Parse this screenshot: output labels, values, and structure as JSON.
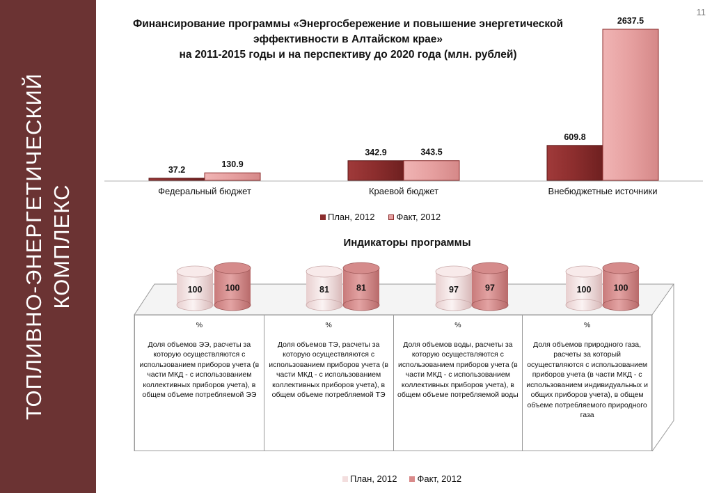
{
  "sidebar": {
    "text": "ТОПЛИВНО-ЭНЕРГЕТИЧЕСКИЙ КОМПЛЕКС"
  },
  "page_number": "11",
  "chart_title_lines": [
    "Финансирование программы «Энергосбережение и повышение энергетической",
    "эффективности в Алтайском крае»",
    "на 2011-2015 годы и на перспективу до 2020 года (млн. рублей)"
  ],
  "legend_bar": [
    {
      "label": "План, 2012",
      "color": "#8b2d2d"
    },
    {
      "label": "Факт, 2012",
      "color": "#e6a0a0"
    }
  ],
  "indicators_title": "Индикаторы программы",
  "legend_cyl": [
    {
      "label": "План, 2012",
      "color": "#f3dede"
    },
    {
      "label": "Факт, 2012",
      "color": "#d98a8a"
    }
  ],
  "chart_data": [
    {
      "type": "bar",
      "categories": [
        "Федеральный бюджет",
        "Краевой бюджет",
        "Внебюджетные источники"
      ],
      "series": [
        {
          "name": "План, 2012",
          "values": [
            37.2,
            342.9,
            609.8
          ],
          "labels": [
            "37.2",
            "342.9",
            "609.8"
          ]
        },
        {
          "name": "Факт, 2012",
          "values": [
            130.9,
            343.5,
            2637.5
          ],
          "labels": [
            "130.9",
            "343.5",
            "2637.5"
          ]
        }
      ],
      "ylim": [
        0,
        2700
      ]
    },
    {
      "type": "bar",
      "categories": [
        "Доля объемов ЭЭ, расчеты за которую осуществляются с использованием приборов учета (в части МКД - с использованием коллективных приборов учета), в общем объеме потребляемой ЭЭ",
        "Доля объемов ТЭ, расчеты за которую осуществляются с использованием приборов учета (в части МКД - с использованием коллективных приборов учета), в общем объеме потребляемой ТЭ",
        "Доля объемов воды, расчеты за которую осуществляются с использованием приборов учета (в части МКД - с использованием коллективных приборов учета), в общем объеме потребляемой воды",
        "Доля объемов природного газа, расчеты за который осуществляются с использованием приборов учета (в части МКД - с использованием индивидуальных и общих приборов учета), в общем объеме потребляемого природного газа"
      ],
      "units": [
        "%",
        "%",
        "%",
        "%"
      ],
      "series": [
        {
          "name": "План, 2012",
          "values": [
            100,
            81,
            97,
            100
          ],
          "labels": [
            "100",
            "81",
            "97",
            "100"
          ]
        },
        {
          "name": "Факт, 2012",
          "values": [
            100,
            81,
            97,
            100
          ],
          "labels": [
            "100",
            "81",
            "97",
            "100"
          ]
        }
      ]
    }
  ]
}
